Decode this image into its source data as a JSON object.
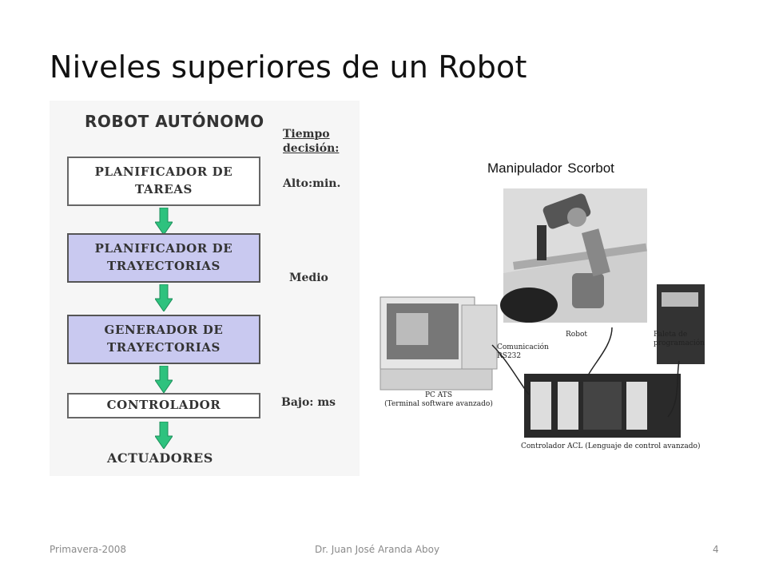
{
  "slide": {
    "title": "Niveles superiores de un Robot"
  },
  "diagram": {
    "heading": "ROBOT AUTÓNOMO",
    "time_header": [
      "Tiempo",
      "decisión:"
    ],
    "levels": [
      {
        "line1": "PLANIFICADOR DE",
        "line2": "TAREAS",
        "highlight": false
      },
      {
        "line1": "PLANIFICADOR DE",
        "line2": "TRAYECTORIAS",
        "highlight": true
      },
      {
        "line1": "GENERADOR DE",
        "line2": "TRAYECTORIAS",
        "highlight": true
      },
      {
        "line1": "CONTROLADOR",
        "line2": "",
        "highlight": false
      }
    ],
    "times": [
      "Alto:min.",
      "Medio",
      "Bajo: ms"
    ],
    "final": "ACTUADORES",
    "colors": {
      "arrow": "#2ec27e",
      "highlight": "#c9c9f0"
    }
  },
  "illustration": {
    "caption": "Manipulador Scorbot",
    "labels": {
      "robot": "Robot",
      "paleta": [
        "Paleta de",
        "programación"
      ],
      "comunicacion": [
        "Comunicación",
        "RS232"
      ],
      "pc": [
        "PC ATS",
        "(Terminal software avanzado)"
      ],
      "controlador": "Controlador ACL (Lenguaje de control avanzado)"
    }
  },
  "footer": {
    "left": "Primavera-2008",
    "center": "Dr. Juan José Aranda Aboy",
    "page": "4"
  }
}
